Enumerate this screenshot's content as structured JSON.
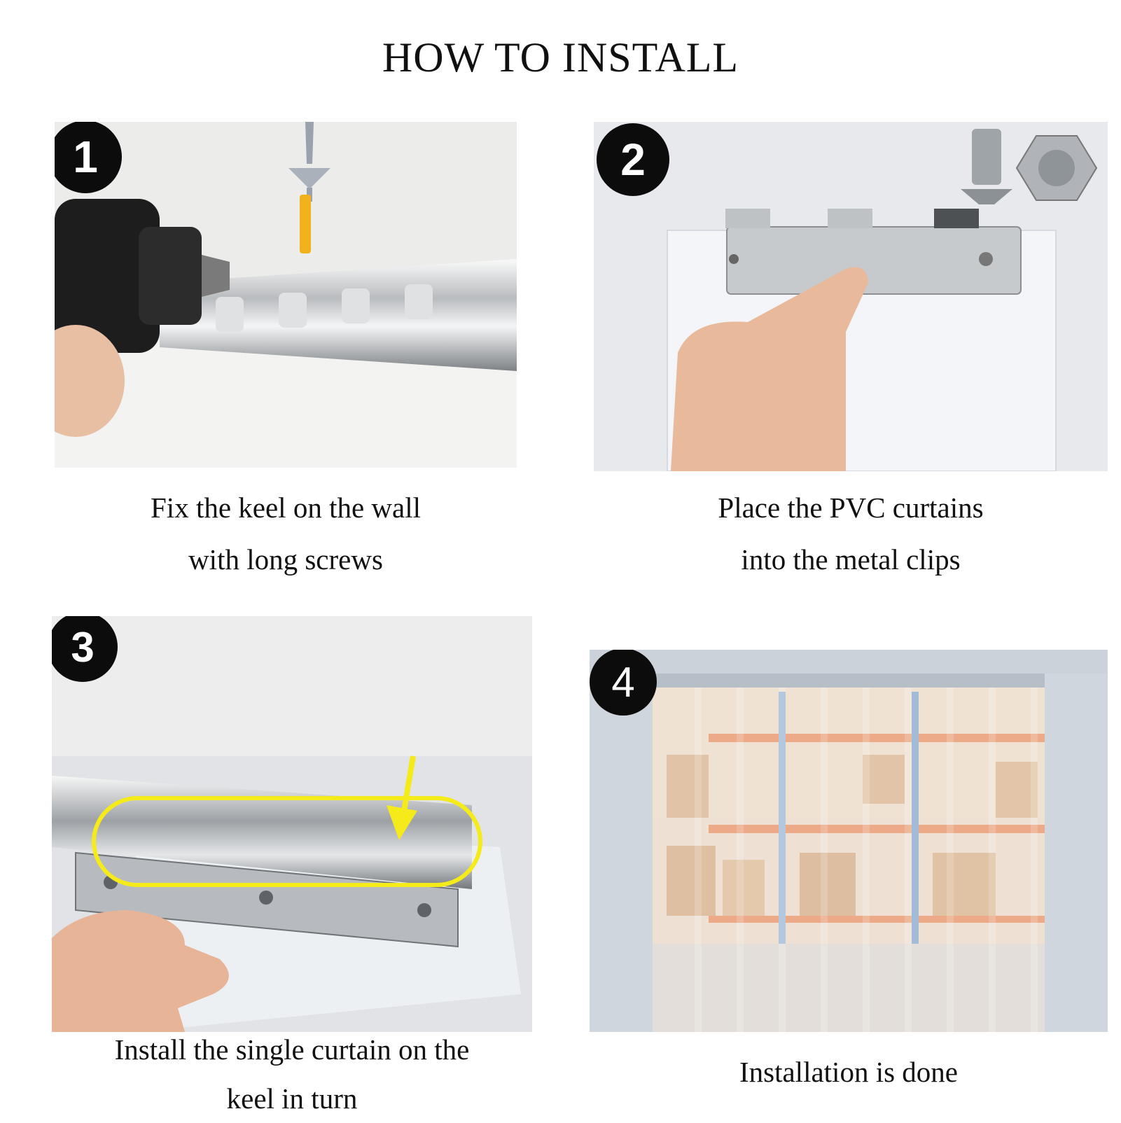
{
  "title": "HOW TO INSTALL",
  "steps": [
    {
      "number": "1",
      "caption_line1": "Fix the keel on the wall",
      "caption_line2": "with long screws"
    },
    {
      "number": "2",
      "caption_line1": "Place the PVC curtains",
      "caption_line2": "into the metal clips"
    },
    {
      "number": "3",
      "caption_line1": "Install the single curtain on the",
      "caption_line2": "keel in turn"
    },
    {
      "number": "4",
      "caption_line1": "Installation is done",
      "caption_line2": ""
    }
  ]
}
